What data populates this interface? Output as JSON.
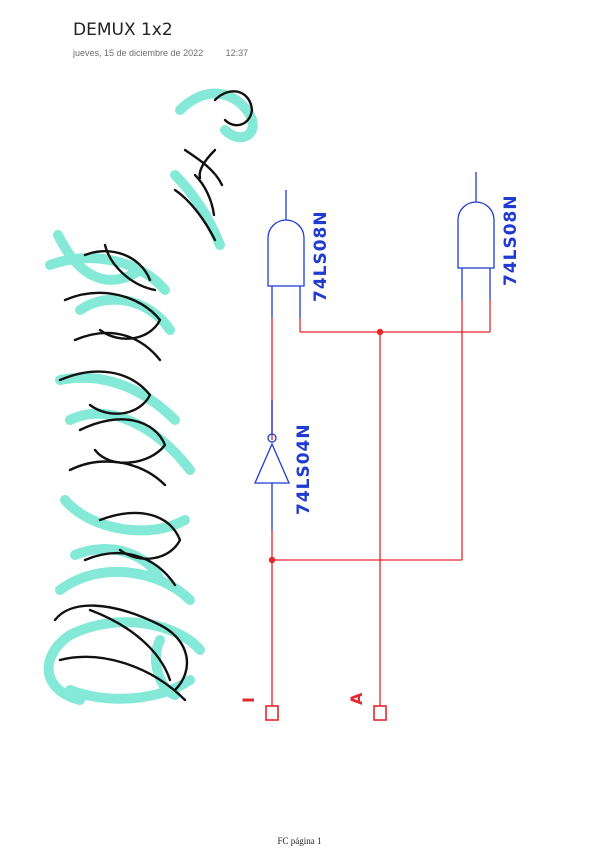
{
  "note": {
    "title": "DEMUX 1x2",
    "date": "jueves, 15 de diciembre de 2022",
    "time": "12:37"
  },
  "circuit": {
    "gate_and_top": "74LS08N",
    "gate_and_right": "74LS08N",
    "inverter": "74LS04N",
    "input_data": "I",
    "input_select": "A"
  },
  "colors": {
    "wire": "#e8262d",
    "component": "#1f3bd1",
    "highlighter": "#7fe8d6",
    "ink": "#111111"
  },
  "footer": {
    "page_label": "FC página 1"
  }
}
